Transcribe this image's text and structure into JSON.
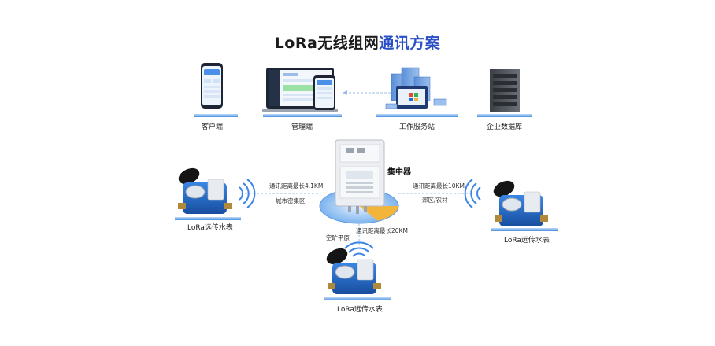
{
  "title": {
    "part1": "LoRa无线组网",
    "part2": "通讯方案"
  },
  "nodes": {
    "client": "客户端",
    "management": "管理端",
    "work_server": "工作服务站",
    "enterprise_db": "企业数据库",
    "concentrator": "集中器"
  },
  "meters": {
    "left": "LoRa远传水表",
    "right": "LoRa远传水表",
    "bottom": "LoRa远传水表"
  },
  "links": {
    "left_distance": "通讯距离最长4.1KM",
    "left_area": "城市密集区",
    "right_distance": "通讯距离最长10KM",
    "right_area": "郊区/农村",
    "bottom_distance": "通讯距离最长20KM",
    "bottom_area": "空旷平原"
  },
  "colors": {
    "title_accent": "#2a4fc4",
    "platform_blue": "#4a90e2",
    "meter_blue": "#1f6fd6",
    "link_arrow": "#9bbbe8",
    "pie_accent": "#f3b43c"
  }
}
